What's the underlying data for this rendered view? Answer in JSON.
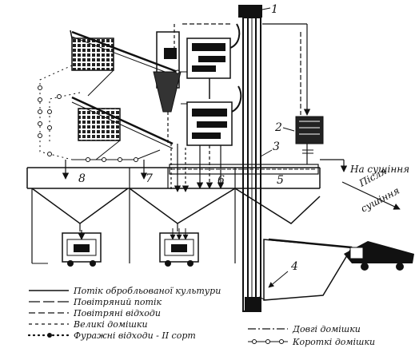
{
  "callouts": {
    "c1": "1",
    "c2": "2",
    "c3": "3",
    "c4": "4",
    "c5": "5",
    "c6": "6",
    "c7": "7",
    "c8": "8"
  },
  "flow_labels": {
    "to_drying": "На сушіння",
    "after_drying_line1": "Після",
    "after_drying_line2": "сушіння"
  },
  "legend": {
    "items": [
      {
        "label": "Потік обробльованої культури",
        "style": "solid"
      },
      {
        "label": "Повітряний потік",
        "style": "long-dash"
      },
      {
        "label": "Повітряні відходи",
        "style": "dash"
      },
      {
        "label": "Великі домішки",
        "style": "short-dash"
      },
      {
        "label": "Фуражні відходи - ІІ сорт",
        "style": "dot"
      },
      {
        "label": "Довгі домішки",
        "style": "dash-dot"
      },
      {
        "label": "Короткі домішки",
        "style": "circle-chain"
      }
    ]
  }
}
